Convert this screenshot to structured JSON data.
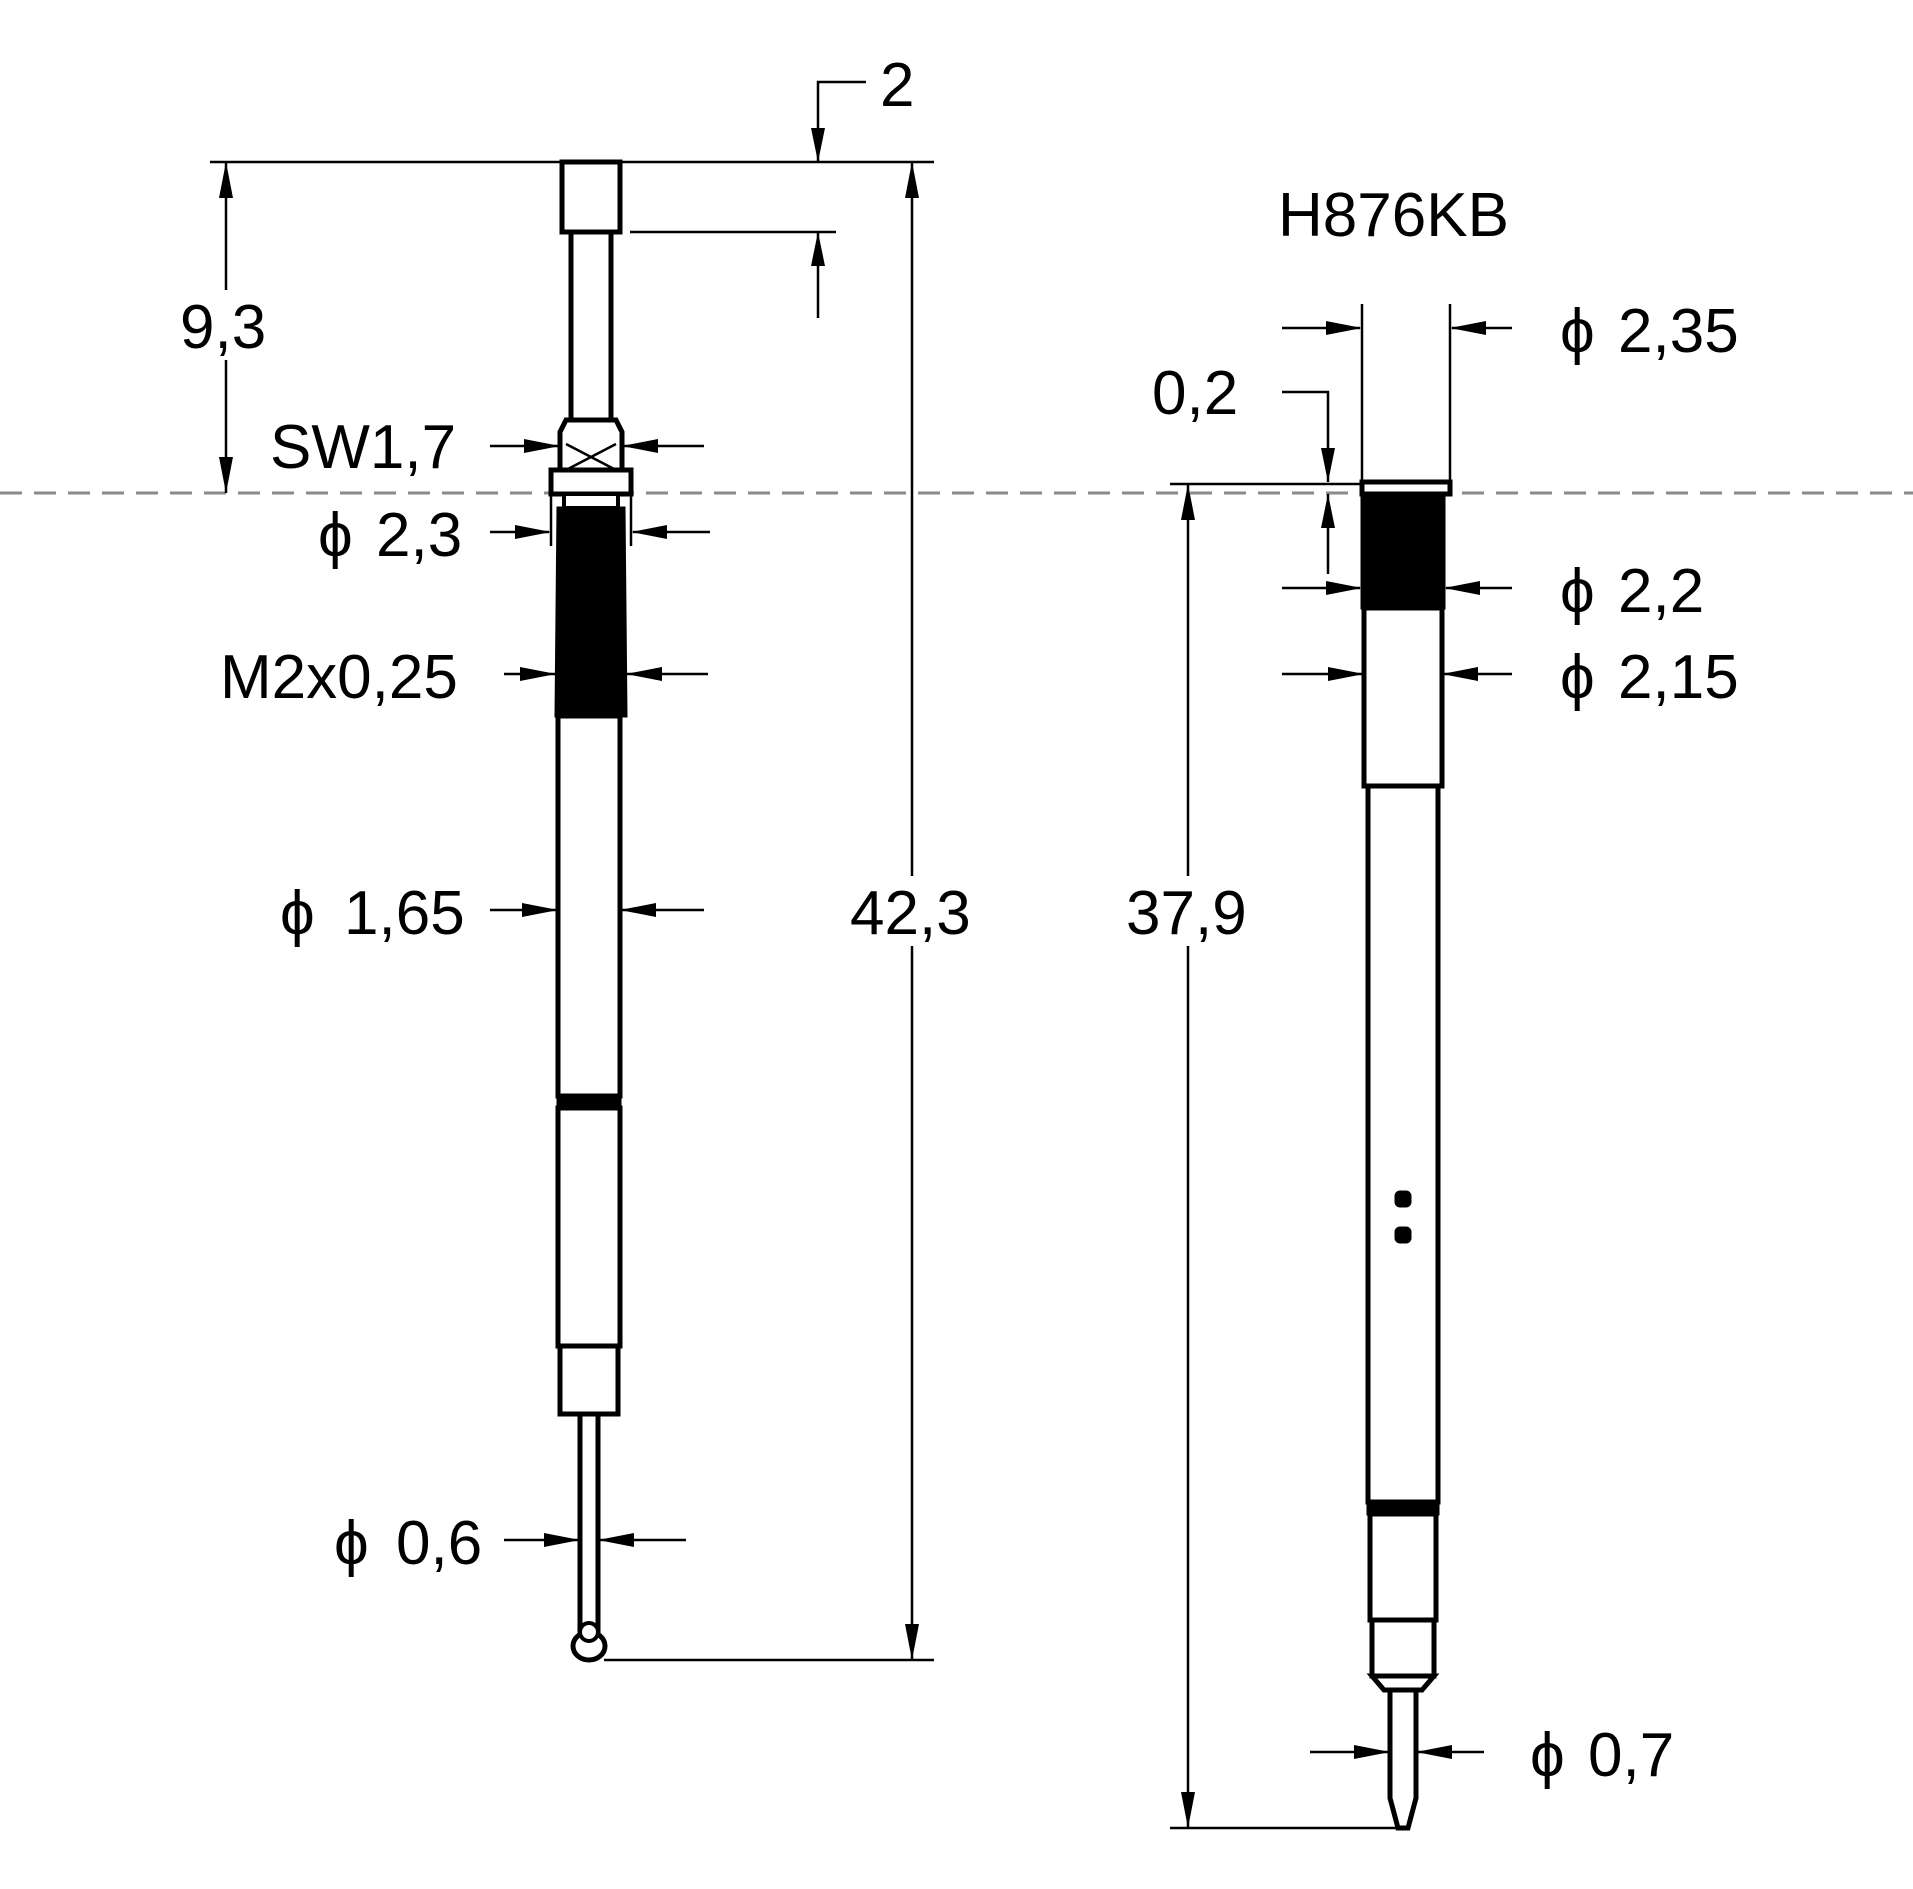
{
  "left_part": {
    "dimensions": {
      "top_offset": "2",
      "head_length": "9,3",
      "wrench_size": "SW1,7",
      "collar_diameter": "2,3",
      "thread": "M2x0,25",
      "shaft_diameter": "1,65",
      "tip_diameter": "0,6",
      "total_length": "42,3"
    }
  },
  "right_part": {
    "label": "H876KB",
    "dimensions": {
      "top_diameter": "2,35",
      "top_offset": "0,2",
      "knurl_diameter": "2,2",
      "body_diameter": "2,15",
      "total_length": "37,9",
      "tip_diameter": "0,7"
    }
  },
  "symbols": {
    "diameter": "ϕ"
  }
}
